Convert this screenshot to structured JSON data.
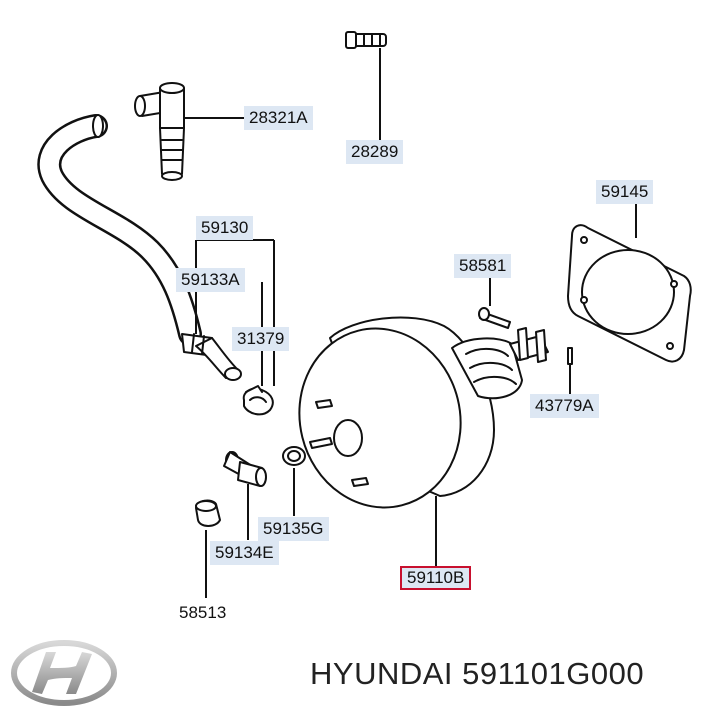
{
  "parts": [
    {
      "id": "p28321a",
      "label": "28321A"
    },
    {
      "id": "p28289",
      "label": "28289"
    },
    {
      "id": "p59130",
      "label": "59130"
    },
    {
      "id": "p59133a",
      "label": "59133A"
    },
    {
      "id": "p31379",
      "label": "31379"
    },
    {
      "id": "p59145",
      "label": "59145"
    },
    {
      "id": "p58581",
      "label": "58581"
    },
    {
      "id": "p43779a",
      "label": "43779A"
    },
    {
      "id": "p59135g",
      "label": "59135G"
    },
    {
      "id": "p59134e",
      "label": "59134E"
    },
    {
      "id": "p59110b",
      "label": "59110B",
      "highlighted": true
    },
    {
      "id": "p58513",
      "label": "58513"
    }
  ],
  "footer": {
    "brand": "HYUNDAI",
    "part_number": "591101G000",
    "logo_icon": "hyundai-logo-icon"
  },
  "colors": {
    "label_bg": "#dde7f3",
    "highlight_border": "#c8102e",
    "line": "#111111"
  }
}
